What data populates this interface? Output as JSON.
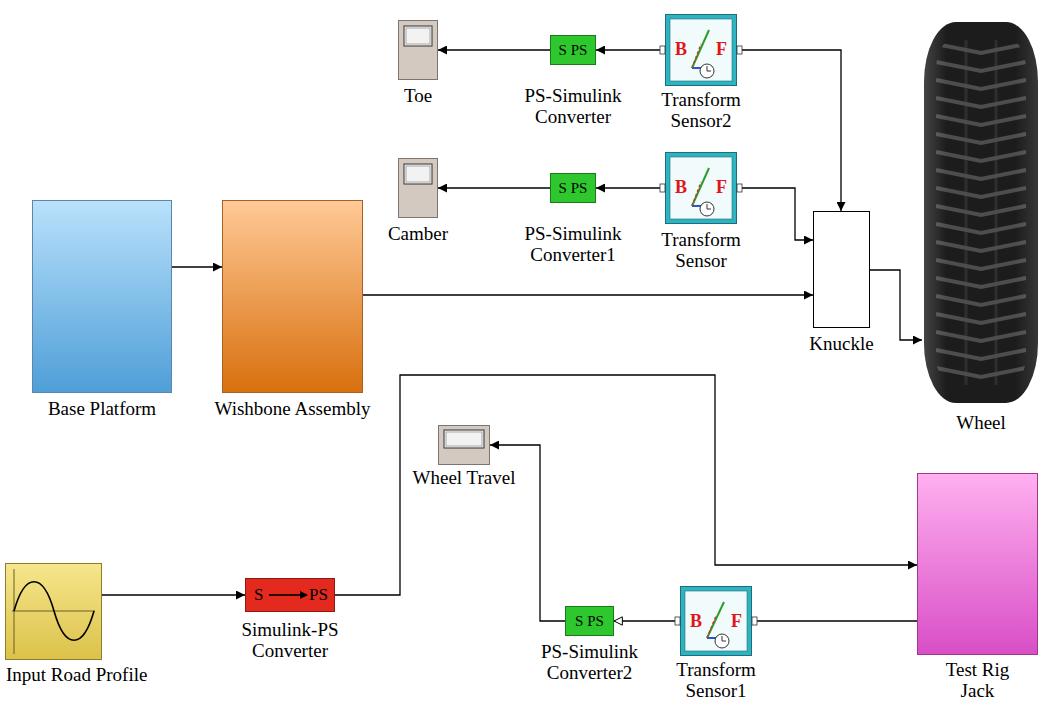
{
  "diagram": {
    "nodes": [
      {
        "text": [
          "Toe"
        ]
      },
      {
        "text": [
          "S PS",
          "PS-Simulink Converter"
        ]
      },
      {
        "text": [
          "B",
          "F",
          "Transform Sensor2"
        ]
      },
      {
        "text": [
          "Camber"
        ]
      },
      {
        "text": [
          "S PS",
          "PS-Simulink Converter1"
        ]
      },
      {
        "text": [
          "B",
          "F",
          "Transform Sensor"
        ]
      },
      {
        "text": [
          "Base Platform"
        ]
      },
      {
        "text": [
          "Wishbone Assembly"
        ]
      },
      {
        "text": [
          "Knuckle"
        ]
      },
      {
        "text": [
          "Wheel"
        ]
      },
      {
        "text": [
          "Wheel Travel"
        ]
      },
      {
        "text": [
          "Input Road Profile"
        ]
      },
      {
        "text": [
          "S",
          "PS",
          "Simulink-PS Converter"
        ]
      },
      {
        "text": [
          "S PS",
          "PS-Simulink Converter2"
        ]
      },
      {
        "text": [
          "B",
          "F",
          "Transform Sensor1"
        ]
      },
      {
        "text": [
          "Test Rig Jack"
        ]
      }
    ],
    "edges": [
      {
        "from": 1,
        "to": 0,
        "arrow": "to"
      },
      {
        "from": 2,
        "to": 1,
        "arrow": "to"
      },
      {
        "from": 2,
        "to": 8,
        "arrow": "to"
      },
      {
        "from": 4,
        "to": 3,
        "arrow": "to"
      },
      {
        "from": 5,
        "to": 4,
        "arrow": "to"
      },
      {
        "from": 5,
        "to": 8,
        "arrow": "to"
      },
      {
        "from": 6,
        "to": 7,
        "arrow": "to"
      },
      {
        "from": 7,
        "to": 8,
        "arrow": "to"
      },
      {
        "from": 8,
        "to": 9,
        "arrow": "to"
      },
      {
        "from": 11,
        "to": 12,
        "arrow": "to"
      },
      {
        "from": 12,
        "to": 15,
        "arrow": "to"
      },
      {
        "from": 13,
        "to": 10,
        "arrow": "to"
      },
      {
        "from": 14,
        "to": 13,
        "arrow": "to"
      },
      {
        "from": 14,
        "to": 15,
        "arrow": "none"
      }
    ]
  }
}
